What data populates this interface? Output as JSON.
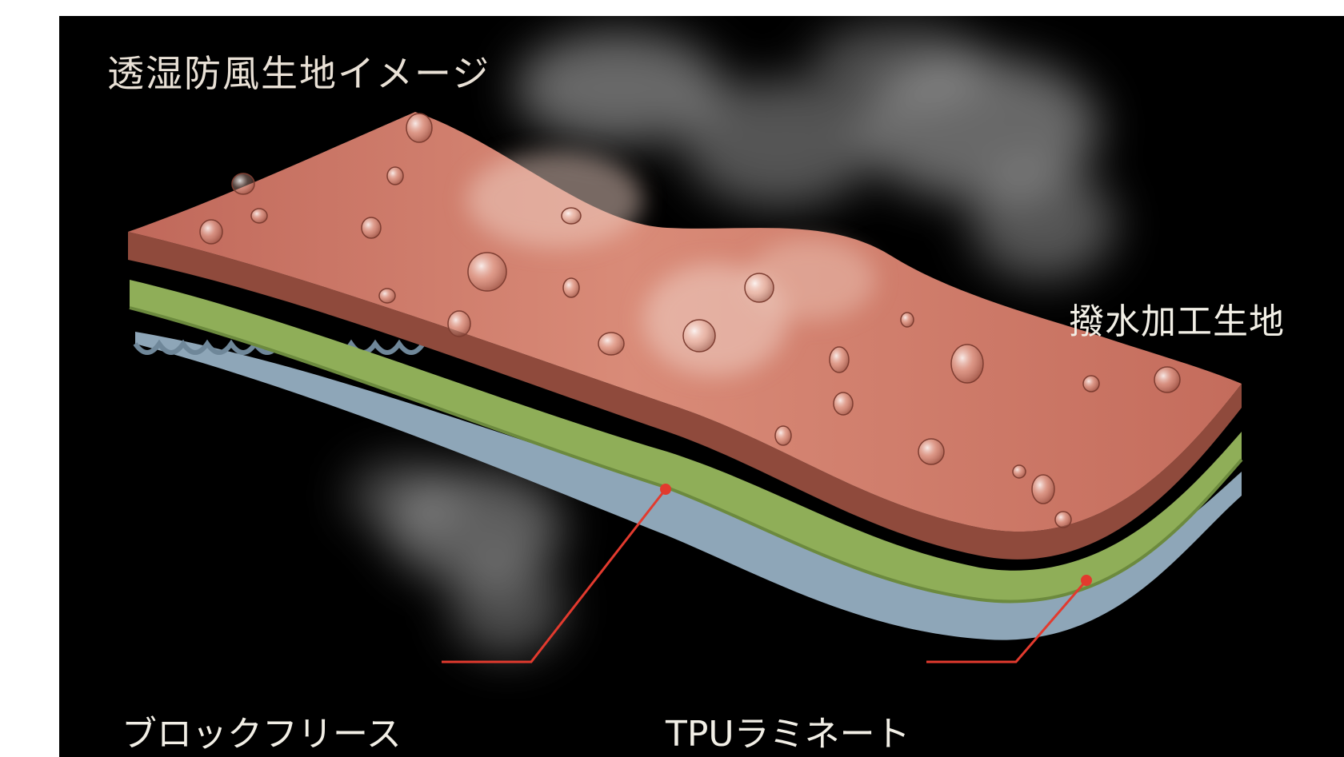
{
  "title": "透湿防風生地イメージ",
  "layers": {
    "water_repellent": "撥水加工生地",
    "block_fleece": "ブロックフリース",
    "tpu_laminate": "TPUラミネート"
  },
  "colors": {
    "background": "#000000",
    "top_layer": "#c8705c",
    "top_layer_edge": "#8f4a3c",
    "middle_layer": "#8fae58",
    "bottom_layer": "#8ea6b8",
    "leader_line": "#e23a2e",
    "label_text": "#f2efe6"
  }
}
